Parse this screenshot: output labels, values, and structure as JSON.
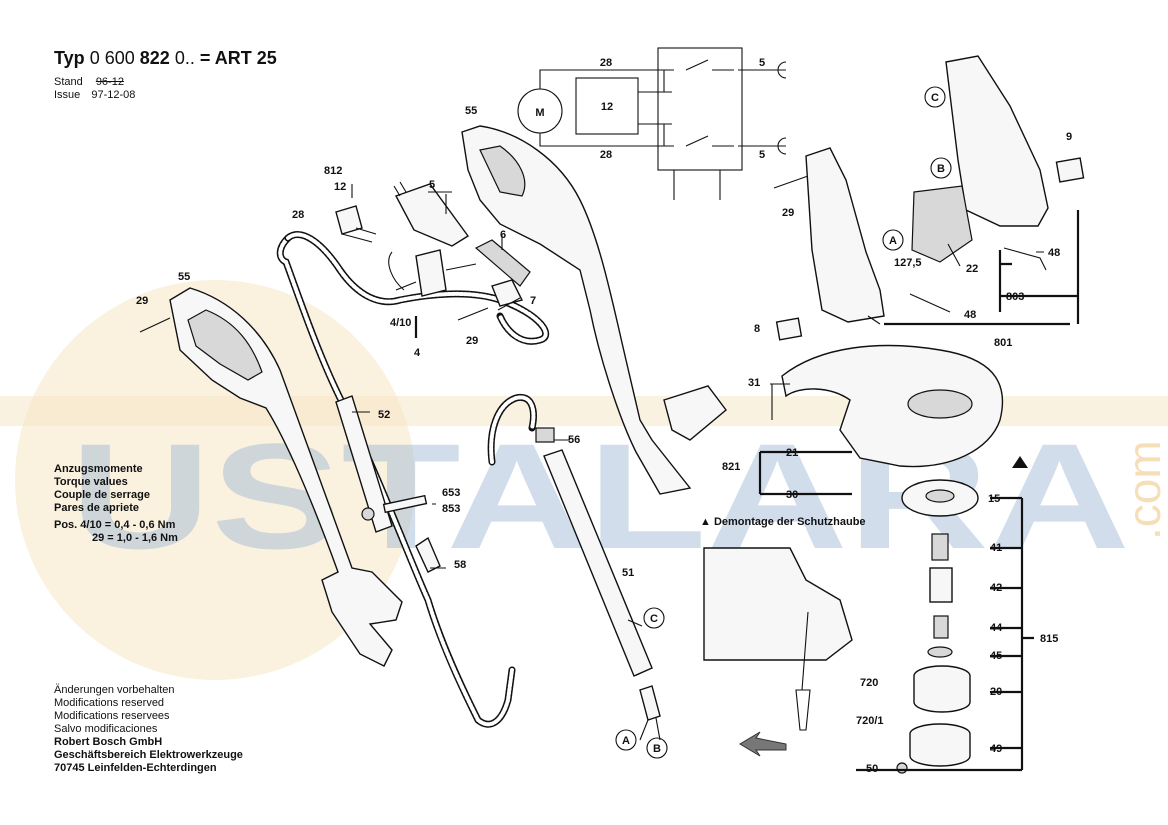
{
  "header": {
    "typ_label": "Typ",
    "typ_number_a": "0 600",
    "typ_number_b": "822",
    "typ_number_c": "0..",
    "typ_equals": "=",
    "model": "ART 25",
    "stand_label": "Stand",
    "stand_value": "96-12",
    "issue_label": "Issue",
    "issue_value": "97-12-08"
  },
  "torque": {
    "title_de": "Anzugsmomente",
    "title_en": "Torque values",
    "title_fr": "Couple de serrage",
    "title_es": "Pares de apriete",
    "line1": "Pos. 4/10 = 0,4 - 0,6 Nm",
    "line2": "29 = 1,0 - 1,6 Nm"
  },
  "footer": {
    "line1": "Änderungen vorbehalten",
    "line2": "Modifications reserved",
    "line3": "Modifications reservees",
    "line4": "Salvo modificaciones",
    "company": "Robert Bosch GmbH",
    "division": "Geschäftsbereich Elektrowerkzeuge",
    "address": "70745 Leinfelden-Echterdingen"
  },
  "detail_caption": "Demontage der Schutzhaube",
  "watermark": {
    "text": "USTALARA",
    "suffix": ".com",
    "color": "#9db6d6",
    "sun_color": "#f3d9a3"
  },
  "schematic": {
    "motor": "M",
    "box": "12",
    "wire_top": "28",
    "wire_bottom": "28",
    "out_top": "5",
    "out_bottom": "5"
  },
  "parts": {
    "p812": "812",
    "p12": "12",
    "p5": "5",
    "p6": "6",
    "p7": "7",
    "p28": "28",
    "p55_top": "55",
    "p55_left": "55",
    "p29_left": "29",
    "p29_mid": "29",
    "p29_right": "29",
    "p4_10": "4/10",
    "p4": "4",
    "p52": "52",
    "p653": "653",
    "p853": "853",
    "p58": "58",
    "p56": "56",
    "p51": "51",
    "pC_mid": "C",
    "pA_bot": "A",
    "pB_bot": "B",
    "pC_top": "C",
    "pB_top": "B",
    "pA_right": "A",
    "p9": "9",
    "p48_top": "48",
    "p48_bot": "48",
    "p22": "22",
    "p127_5": "127,5",
    "p803": "803",
    "p8": "8",
    "p801": "801",
    "p31": "31",
    "p21": "21",
    "p821": "821",
    "p30": "30",
    "p15": "15",
    "p41": "41",
    "p42": "42",
    "p44": "44",
    "p45": "45",
    "p815": "815",
    "p720": "720",
    "p720_1": "720/1",
    "p20": "20",
    "p49": "49",
    "p50": "50"
  }
}
